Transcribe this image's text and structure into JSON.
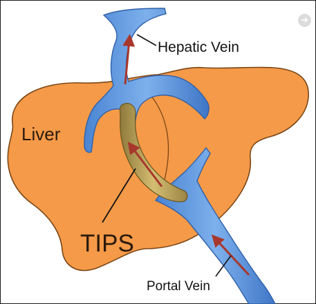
{
  "labels": {
    "hepatic_vein": "Hepatic Vein",
    "liver": "Liver",
    "tips": "TIPS",
    "portal_vein": "Portal Vein"
  },
  "colors": {
    "liver_fill": "#f59a48",
    "liver_stroke": "#7a4515",
    "vein_fill": "#5f97dd",
    "vein_stroke": "#2f5fa8",
    "shunt_fill": "#c2a85a",
    "arrow": "#a8382c"
  },
  "icons": {
    "corner_button": "circle-arrow-icon"
  }
}
